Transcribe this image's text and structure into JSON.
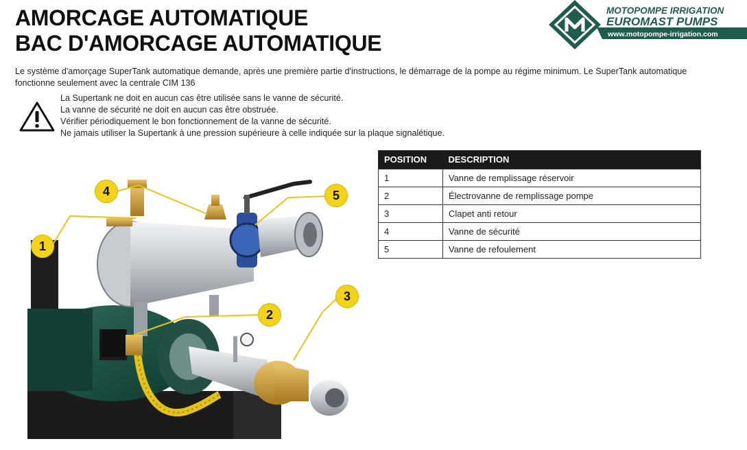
{
  "title": {
    "line1": "AMORCAGE AUTOMATIQUE",
    "line2": "BAC D'AMORCAGE AUTOMATIQUE"
  },
  "logo": {
    "line1": "MOTOPOMPE IRRIGATION",
    "line2": "EUROMAST PUMPS",
    "url": "www.motopompe-irrigation.com"
  },
  "intro": "Le système d'amorçage SuperTank automatique demande, après une première partie d'instructions, le démarrage de la pompe au régime minimum. Le SuperTank automatique fonctionne seulement avec la centrale CIM 136",
  "warnings": [
    "La Supertank ne doit en aucun cas être utilisée sans le vanne de sécurité.",
    "La vanne de sécurité ne doit en aucun cas être obstruée.",
    "Vérifier périodiquement le bon fonctionnement de la vanne de sécurité.",
    "Ne jamais utiliser la Supertank à une pression supérieure à celle indiquée sur la plaque signalétique."
  ],
  "warning_icon": "warning-triangle-icon",
  "badges": [
    "1",
    "2",
    "3",
    "4",
    "5"
  ],
  "table": {
    "headers": [
      "POSITION",
      "DESCRIPTION"
    ],
    "rows": [
      [
        "1",
        "Vanne de remplissage réservoir"
      ],
      [
        "2",
        "Électrovanne de remplissage pompe"
      ],
      [
        "3",
        "Clapet anti retour"
      ],
      [
        "4",
        "Vanne de sécurité"
      ],
      [
        "5",
        "Vanne de refoulement"
      ]
    ]
  },
  "colors": {
    "badge": "#f2d21a",
    "table_header": "#1a1a1a",
    "logo_green": "#1f5c4e"
  }
}
